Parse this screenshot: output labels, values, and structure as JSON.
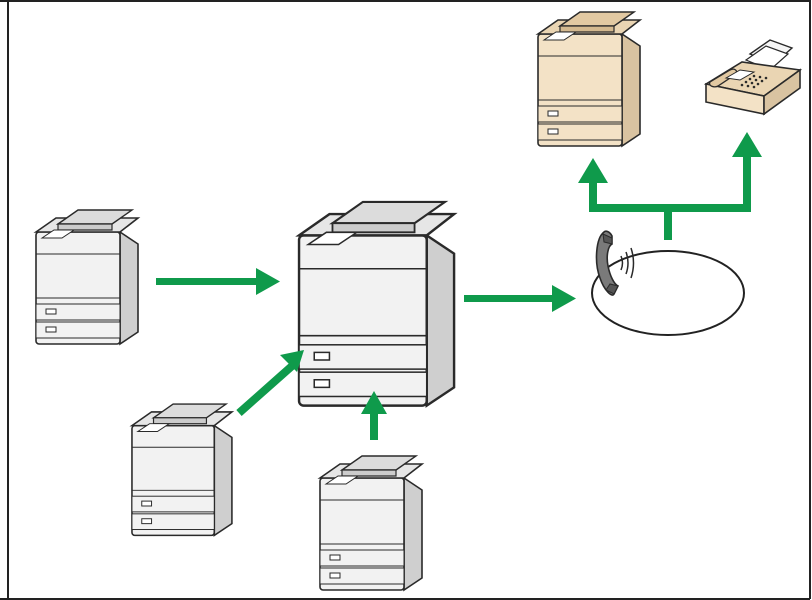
{
  "diagram": {
    "description_text": "",
    "colors": {
      "arrow": "#0f9a4b",
      "frame": "#222222",
      "device_body": "#f2f2f2",
      "device_shadow": "#cfcfcf",
      "device_outline": "#2a2a2a",
      "destination_copier_body": "#f3e2c6",
      "destination_copier_shadow": "#d9c3a1",
      "fax_body": "#f3e2c6",
      "fax_shadow": "#d9c3a1"
    },
    "nodes": [
      {
        "id": "source-device-left",
        "kind": "multifunction-printer"
      },
      {
        "id": "source-device-bottom-left",
        "kind": "multifunction-printer"
      },
      {
        "id": "source-device-bottom",
        "kind": "multifunction-printer"
      },
      {
        "id": "central-device",
        "kind": "multifunction-printer"
      },
      {
        "id": "telephone-network",
        "kind": "telephone-line"
      },
      {
        "id": "destination-copier",
        "kind": "multifunction-printer"
      },
      {
        "id": "destination-fax",
        "kind": "fax-machine"
      }
    ],
    "edges": [
      {
        "from": "source-device-left",
        "to": "central-device"
      },
      {
        "from": "source-device-bottom-left",
        "to": "central-device"
      },
      {
        "from": "source-device-bottom",
        "to": "central-device"
      },
      {
        "from": "central-device",
        "to": "telephone-network"
      },
      {
        "from": "telephone-network",
        "to": "destination-copier"
      },
      {
        "from": "telephone-network",
        "to": "destination-fax"
      }
    ]
  }
}
